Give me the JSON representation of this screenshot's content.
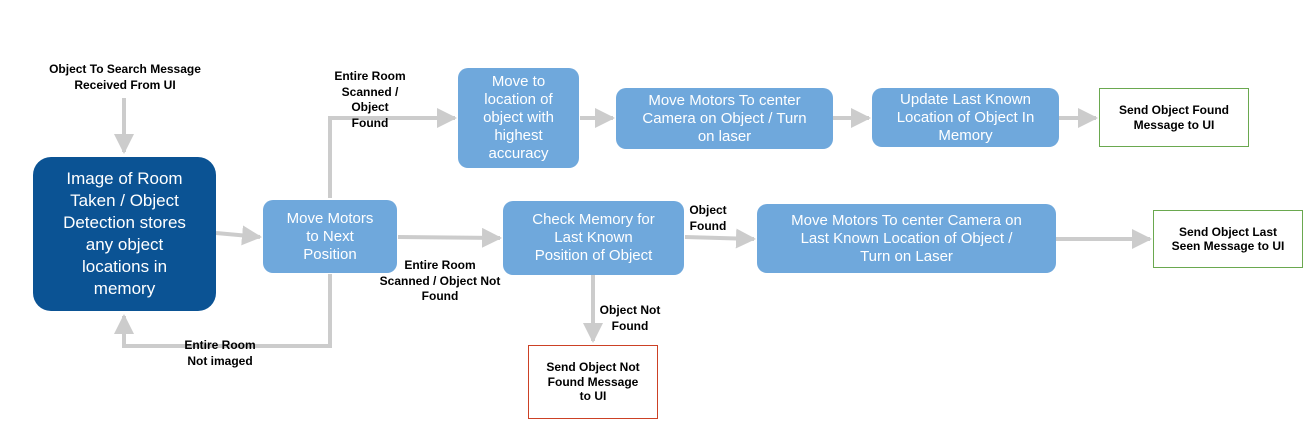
{
  "nodes": {
    "image_room": "Image of Room\nTaken / Object\nDetection stores\nany object\nlocations in\nmemory",
    "move_next": "Move Motors\nto Next\nPosition",
    "move_location": "Move to\nlocation of\nobject with\nhighest\naccuracy",
    "center_laser": "Move Motors To center\nCamera on Object / Turn\non laser",
    "update_memory": "Update Last Known\nLocation of Object In\nMemory",
    "send_found": "Send Object Found\nMessage to UI",
    "check_memory": "Check Memory for\nLast Known\nPosition of Object",
    "center_last_known": "Move Motors To center Camera on\nLast Known Location of Object /\nTurn on Laser",
    "send_last_seen": "Send Object Last\nSeen Message to UI",
    "send_not_found": "Send Object Not\nFound Message\nto UI"
  },
  "labels": {
    "input_message": "Object To Search Message\nReceived From UI",
    "scanned_found": "Entire Room\nScanned / Object\nFound",
    "scanned_not_found": "Entire Room\nScanned / Object Not\nFound",
    "not_imaged": "Entire Room\nNot imaged",
    "object_found": "Object\nFound",
    "object_not_found": "Object Not\nFound"
  },
  "colors": {
    "node_blue": "#6fa8dc",
    "node_dark_blue": "#0b5394",
    "arrow_gray": "#cccccc",
    "success_green": "#6aa84f",
    "failure_red": "#cc4125"
  }
}
